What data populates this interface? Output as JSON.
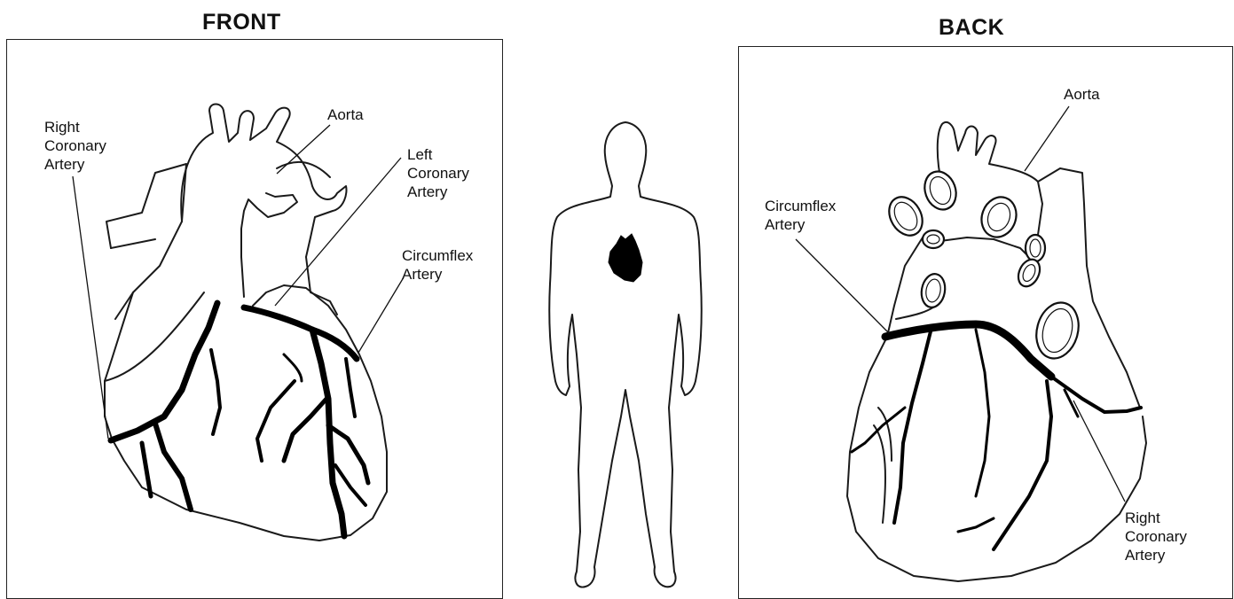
{
  "front": {
    "heading": "FRONT",
    "labels": {
      "right_coronary": "Right\nCoronary\nArtery",
      "aorta": "Aorta",
      "left_coronary": "Left\nCoronary\nArtery",
      "circumflex": "Circumflex\nArtery"
    }
  },
  "back": {
    "heading": "BACK",
    "labels": {
      "aorta": "Aorta",
      "circumflex": "Circumflex\nArtery",
      "right_coronary": "Right\nCoronary\nArtery"
    }
  },
  "colors": {
    "line": "#1a1a1a",
    "artery": "#000000",
    "background": "#ffffff"
  }
}
